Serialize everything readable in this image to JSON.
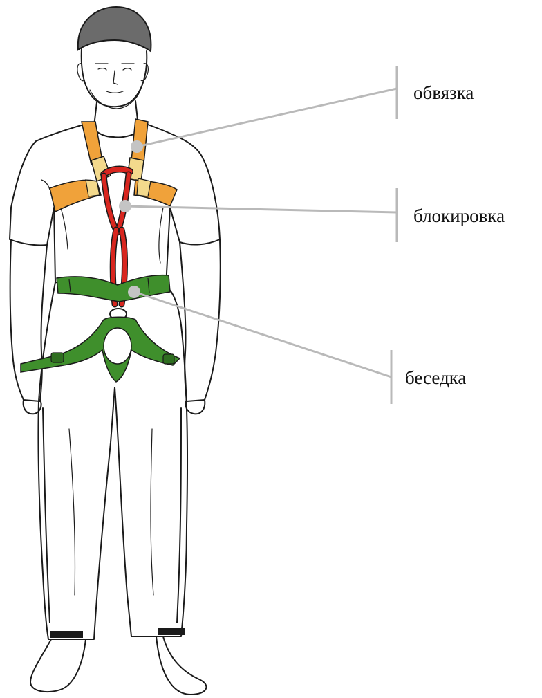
{
  "labels": {
    "harness": "обвязка",
    "blocking": "блокировка",
    "seat": "беседка"
  },
  "colors": {
    "chest_harness": "#f0a23a",
    "chest_harness_light": "#f3d98c",
    "blocking": "#d8261f",
    "seat": "#3f8f2c",
    "helmet": "#6b6b6b",
    "leader": "#b9b9b9",
    "marker": "#c4c4c4"
  }
}
